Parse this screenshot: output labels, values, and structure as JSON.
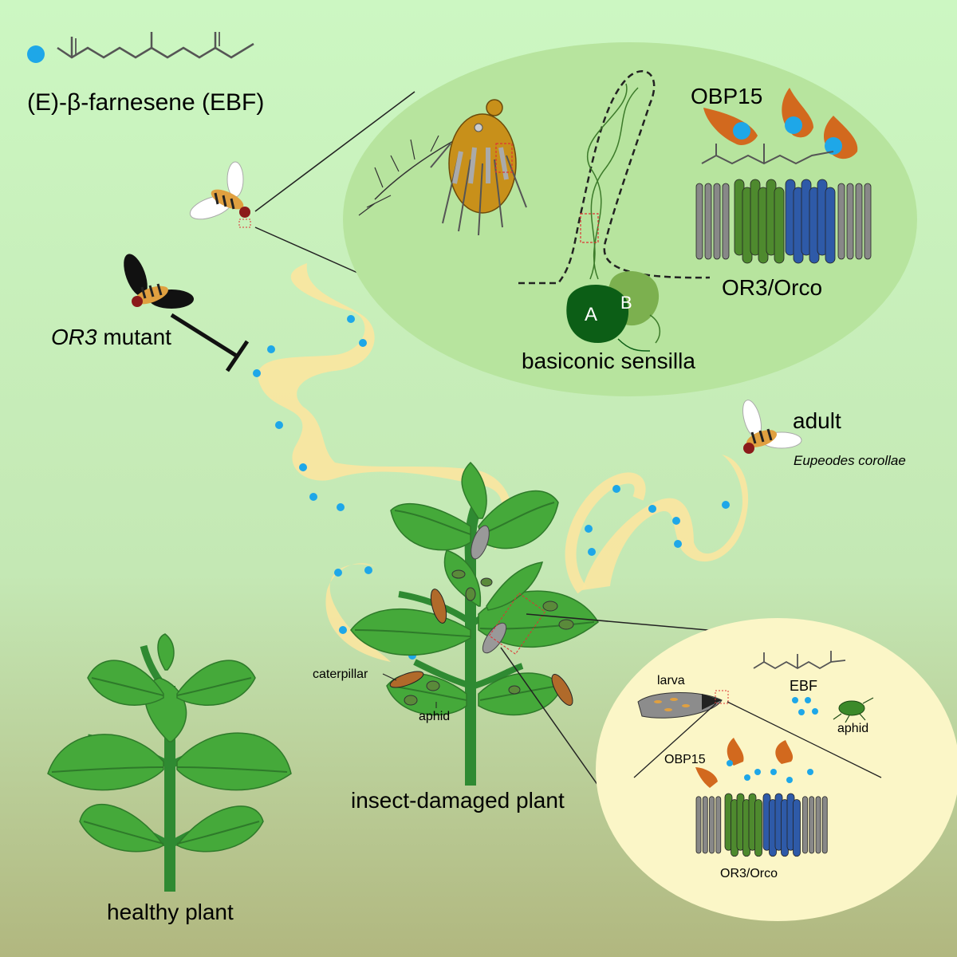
{
  "legend": {
    "molecule_label": "(E)-β-farnesene (EBF)"
  },
  "mutant": {
    "gene": "OR3",
    "suffix": " mutant"
  },
  "top_inset": {
    "obp_label": "OBP15",
    "receptor_label": "OR3/Orco",
    "sensilla_label": "basiconic sensilla",
    "neuron_a": "A",
    "neuron_b": "B"
  },
  "adult": {
    "label": "adult",
    "species": "Eupeodes corollae"
  },
  "plants": {
    "damaged_label": "insect-damaged plant",
    "healthy_label": "healthy plant",
    "caterpillar_label": "caterpillar",
    "aphid_label": "aphid"
  },
  "bottom_inset": {
    "larva_label": "larva",
    "ebf_label": "EBF",
    "aphid_label": "aphid",
    "obp_label": "OBP15",
    "receptor_label": "OR3/Orco"
  },
  "colors": {
    "ebf_dot": "#1ea7e8",
    "plume": "#fbe6a0",
    "obp": "#d2691e",
    "orco_green": "#4e8a2e",
    "or3_blue": "#2e5aa8",
    "leaf": "#45a93a",
    "stem": "#2f8a32",
    "inset_top": "#b7e49e",
    "inset_bottom": "#fbf6c7"
  }
}
